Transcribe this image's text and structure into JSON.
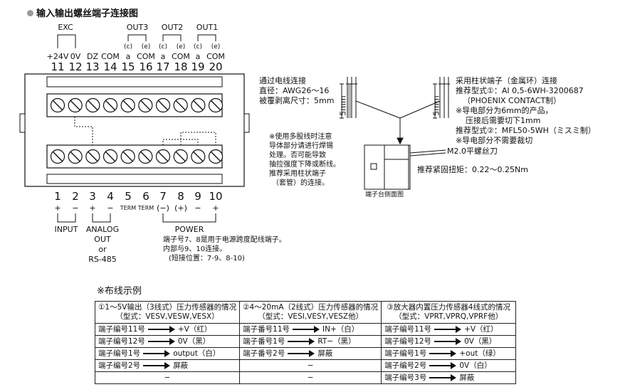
{
  "title": "输入输出螺丝端子连接图",
  "top_groups": {
    "exc": "EXC",
    "out3": "OUT3",
    "out2": "OUT2",
    "out1": "OUT1"
  },
  "top_ce": {
    "c": "(c)",
    "e": "(e)"
  },
  "top_labels": [
    "+24V",
    "0V",
    "DZ",
    "COM",
    "a",
    "COM",
    "a",
    "COM",
    "a",
    "COM"
  ],
  "top_numbers": [
    "11",
    "12",
    "13",
    "14",
    "15",
    "16",
    "17",
    "18",
    "19",
    "20"
  ],
  "bottom_numbers": [
    "1",
    "2",
    "3",
    "4",
    "5",
    "6",
    "7",
    "8",
    "9",
    "10"
  ],
  "bottom_signs": [
    "+",
    "−",
    "+",
    "−",
    "TERM",
    "TERM",
    "(−)",
    "(+)",
    "−",
    "+"
  ],
  "bottom_groups": {
    "input": "INPUT",
    "analog_1": "ANALOG",
    "analog_2": "OUT",
    "analog_3": "or",
    "analog_4": "RS-485",
    "power": "POWER"
  },
  "power_notes": [
    "端子号7、8是用于电源跨度配线端子。",
    "内部与9、10连接。",
    "(短接位置：7-9、8-10)"
  ],
  "wire_note": [
    "通过电线连接",
    "直径：AWG26～16",
    "被覆剥离尺寸：5mm"
  ],
  "stranded_note": [
    "※使用多股线时注意",
    "导体部分请进行焊锡",
    "处理。否可能导致",
    "抽拉强度下降或断线。",
    "推荐采用柱状端子",
    "（套管）的连接。"
  ],
  "ferrule_note": [
    "采用柱状端子（金属环）连接",
    "推荐型式①：AI 0,5-6WH-3200687",
    "（PHOENIX CONTACT制）",
    "※导电部分为6mm的产品，",
    "压接后需要切下1mm",
    "推荐型式②：MFL50-5WH（ミスミ制）",
    "※导电部分不需要裁切"
  ],
  "dim_5mm": "5mm",
  "screw_label": "M2.0平螺丝刀",
  "torque_label": "推荐紧固扭矩：0.22～0.25Nm",
  "side_label": "端子台侧面图",
  "wiring_title": "※布线示例",
  "table": {
    "headers": [
      [
        "①1～5V输出（3线式）压力传感器的情况",
        "（型式：VESV,VESW,VESX）"
      ],
      [
        "②4～20mA（2线式）压力传感器的情况",
        "（型式：VESI,VESY,VESZ他）"
      ],
      [
        "③放大器内置压力传感器4线式的情况",
        "（型式：VPRT,VPRQ,VPRF他）"
      ]
    ],
    "rows": [
      [
        {
          "t": "端子编号11号",
          "v": "+V（红）"
        },
        {
          "t": "端子番号11号",
          "v": "IN+（白）"
        },
        {
          "t": "端子编号11号",
          "v": "+V（红）"
        }
      ],
      [
        {
          "t": "端子编号12号",
          "v": "0V（黑）"
        },
        {
          "t": "端子番号1号",
          "v": "RT−（黑）"
        },
        {
          "t": "端子编号12号",
          "v": "0V（黑）"
        }
      ],
      [
        {
          "t": "端子编号1号",
          "v": "output（白）"
        },
        {
          "t": "端子番号2号",
          "v": "屏蔽"
        },
        {
          "t": "端子编号1号",
          "v": "+out（绿）"
        }
      ],
      [
        {
          "t": "端子编号2号",
          "v": "屏蔽"
        },
        {
          "t": "",
          "v": "−"
        },
        {
          "t": "端子编号2号",
          "v": "0V（白）"
        }
      ],
      [
        {
          "t": "",
          "v": "−"
        },
        {
          "t": "",
          "v": "−"
        },
        {
          "t": "端子编号3号",
          "v": "屏蔽"
        }
      ]
    ]
  }
}
